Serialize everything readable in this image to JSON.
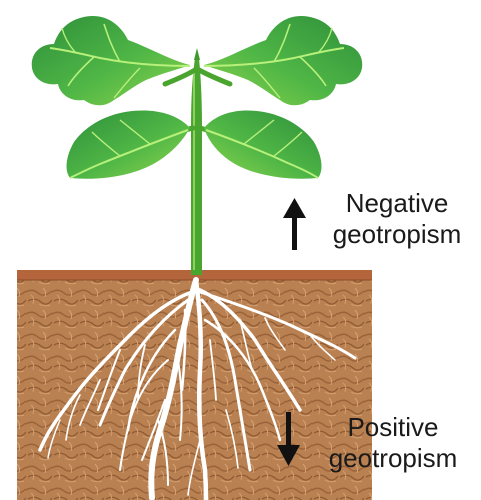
{
  "labels": {
    "negative": {
      "line1": "Negative",
      "line2": "geotropism"
    },
    "positive": {
      "line1": "Positive",
      "line2": "geotropism"
    }
  },
  "colors": {
    "soil": "#b87c4a",
    "soil_surface": "#b5653c",
    "leaf_dark": "#2e8b3a",
    "leaf_light": "#8cd34a",
    "stem": "#49a42e",
    "roots": "#ffffff",
    "arrow": "#111111"
  },
  "icons": {
    "up_arrow": "arrow-up-icon",
    "down_arrow": "arrow-down-icon"
  }
}
